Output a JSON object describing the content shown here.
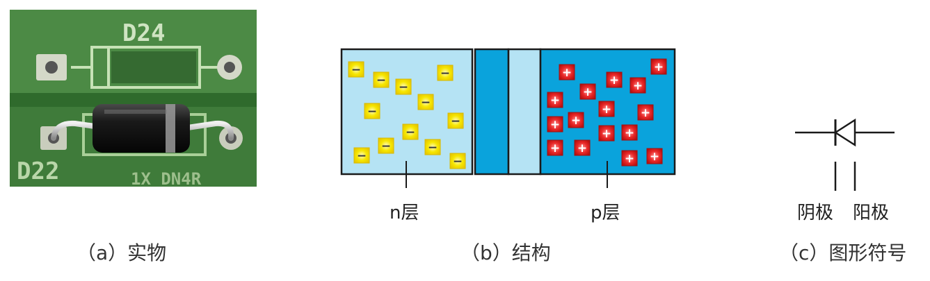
{
  "panels": {
    "a": {
      "caption": "（a）实物",
      "pcb_labels": {
        "top": "D24",
        "bottom_left": "D22",
        "bottom_right": "1X DN4R"
      }
    },
    "b": {
      "caption": "（b）结构",
      "n_label": "n层",
      "p_label": "p层",
      "n_carrier_symbol": "−",
      "p_carrier_symbol": "+"
    },
    "c": {
      "caption": "（c）图形符号",
      "cathode_label": "阴极",
      "anode_label": "阳极"
    }
  },
  "colors": {
    "pcb_green": "#3f7b3a",
    "pcb_trace": "#b9d6a9",
    "n_region": "#b5e3f4",
    "p_region": "#0aa3dc",
    "junction_dark": "#0aa3dc",
    "junction_light": "#b5e3f4",
    "electron": "#f6e600",
    "hole": "#e02020",
    "outline": "#1a1a1a"
  }
}
